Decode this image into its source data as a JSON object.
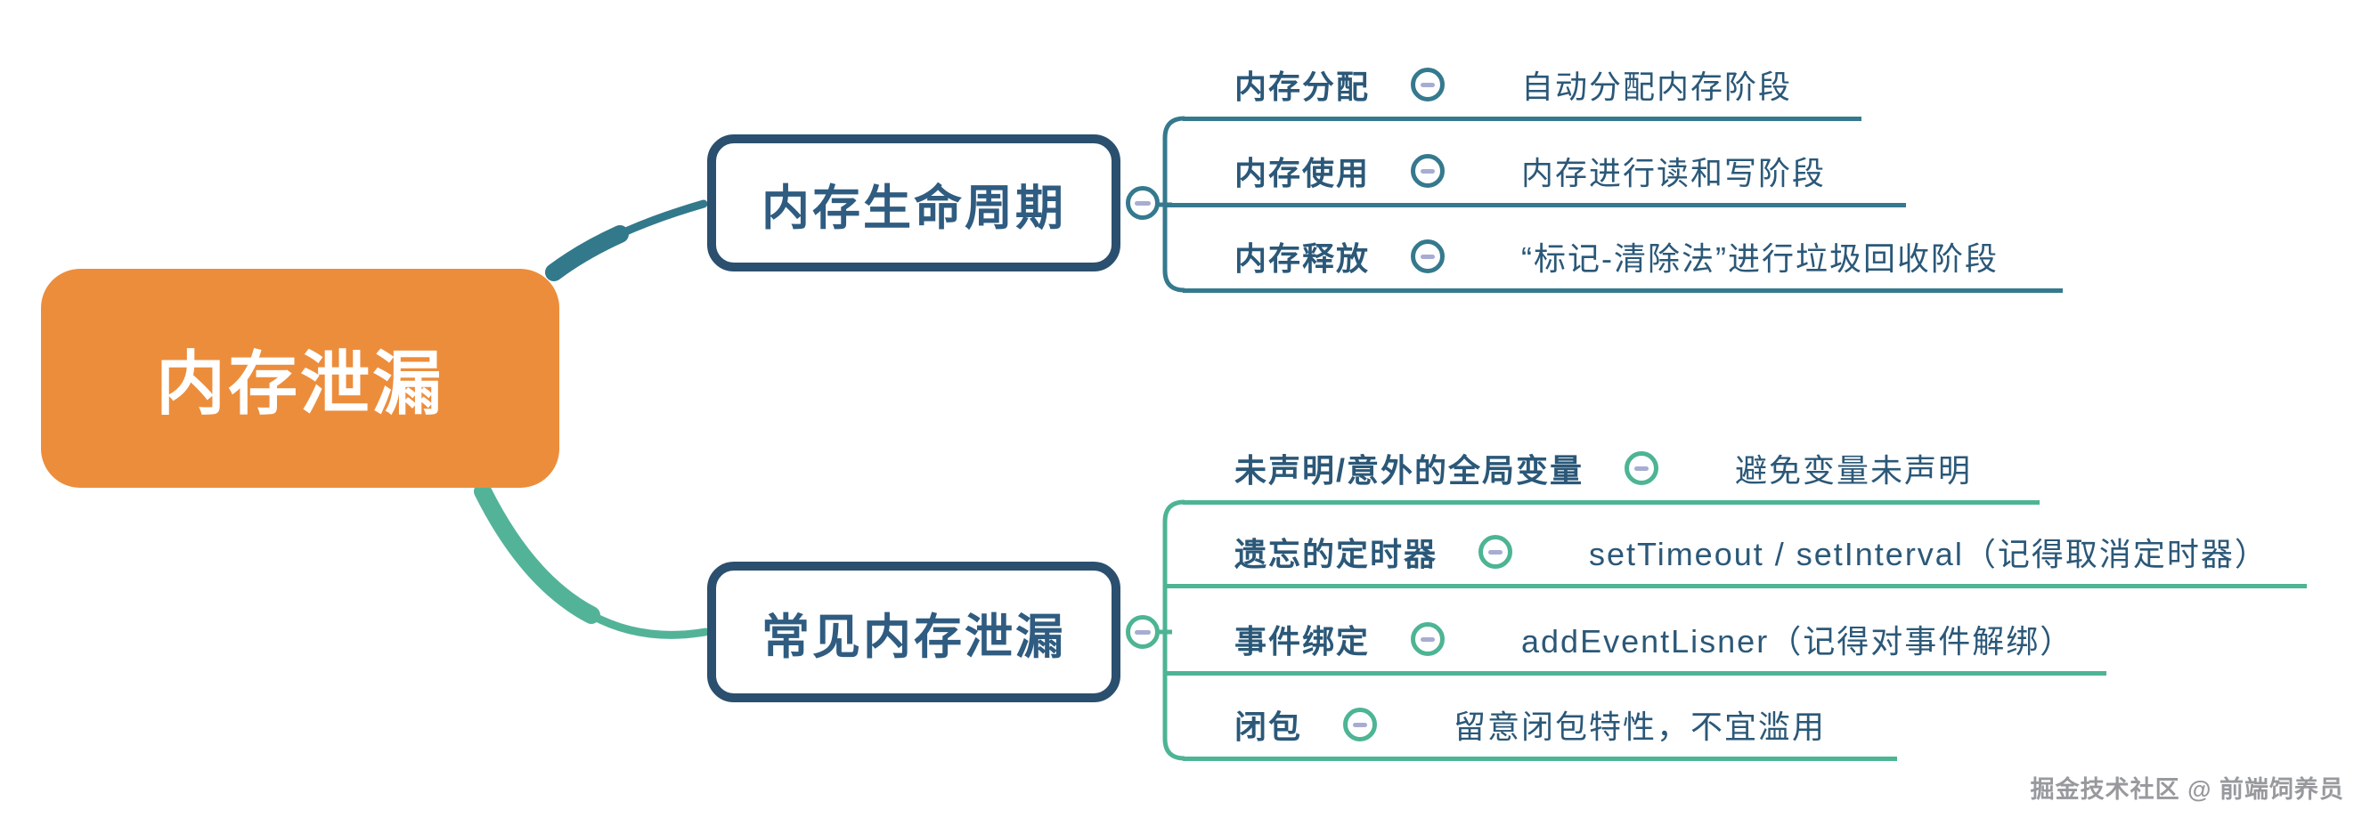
{
  "root": {
    "label": "内存泄漏"
  },
  "branches": [
    {
      "label": "内存生命周期",
      "children": [
        {
          "label": "内存分配",
          "desc": "自动分配内存阶段"
        },
        {
          "label": "内存使用",
          "desc": "内存进行读和写阶段"
        },
        {
          "label": "内存释放",
          "desc": "“标记-清除法”进行垃圾回收阶段"
        }
      ]
    },
    {
      "label": "常见内存泄漏",
      "children": [
        {
          "label": "未声明/意外的全局变量",
          "desc": "避免变量未声明"
        },
        {
          "label": "遗忘的定时器",
          "desc": "setTimeout / setInterval（记得取消定时器）"
        },
        {
          "label": "事件绑定",
          "desc": "addEventLisner（记得对事件解绑）"
        },
        {
          "label": "闭包",
          "desc": "留意闭包特性，不宜滥用"
        }
      ]
    }
  ],
  "watermark": "掘金技术社区 @ 前端饲养员",
  "icons": {
    "collapse": "minus-circle"
  },
  "colors": {
    "root_bg": "#EC8D3C",
    "root_text": "#ffffff",
    "branch_border": "#2B4F6E",
    "branch_text": "#2F5C80",
    "leaf_text": "#2B5878",
    "accent_top": "#35798E",
    "curve_top": "#32798C",
    "accent_bottom": "#4DB494",
    "curve_bottom": "#53B398",
    "minus_glyph": "#A7ADD2",
    "watermark_text": "#97999D",
    "background": "#ffffff"
  }
}
